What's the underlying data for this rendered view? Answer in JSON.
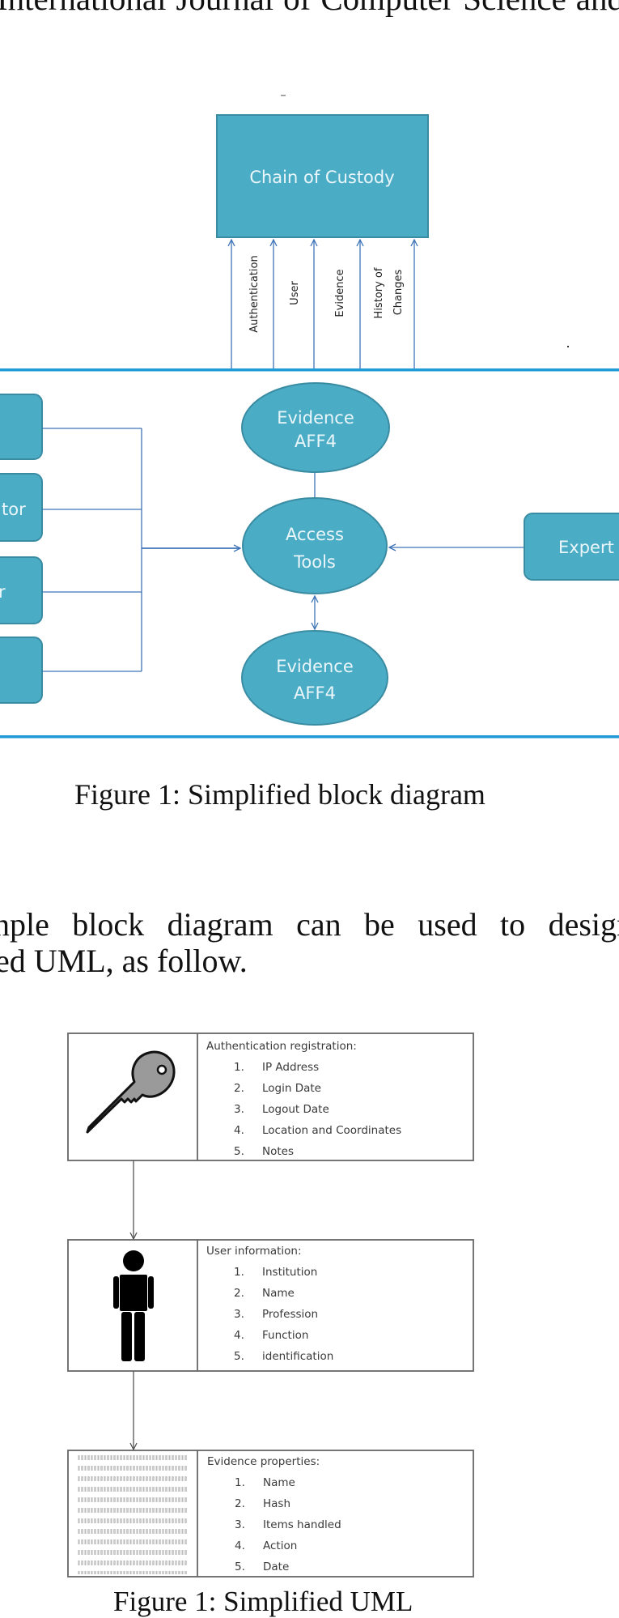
{
  "header": {
    "journal_title": "International Journal of Computer Science and"
  },
  "block_diagram": {
    "chain_of_custody": "Chain of Custody",
    "arrow_labels": [
      "Authentication",
      "User",
      "Evidence",
      "History of",
      "Changes"
    ],
    "left_box_fragments": [
      "",
      "tor",
      "r",
      ""
    ],
    "evidence_top": [
      "Evidence",
      "AFF4"
    ],
    "access_tools": [
      "Access",
      "Tools"
    ],
    "evidence_bottom": [
      "Evidence",
      "AFF4"
    ],
    "expert": "Expert",
    "caption": "Figure 1: Simplified block diagram",
    "colors": {
      "fill": "#4bacc6",
      "border": "#3a8ca3",
      "connector": "#3f74b8",
      "frame_line": "#1f9ad6"
    }
  },
  "paragraph": {
    "line1": "nple block diagram can be used to design",
    "line2": "ed UML, as follow."
  },
  "uml": {
    "caption": "Figure 1: Simplified UML",
    "boxes": [
      {
        "icon": "key-icon",
        "heading": "Authentication registration:",
        "items": [
          [
            "1.",
            "IP Address"
          ],
          [
            "2.",
            "Login Date"
          ],
          [
            "3.",
            "Logout Date"
          ],
          [
            "4.",
            "Location and Coordinates"
          ],
          [
            "5.",
            "Notes"
          ]
        ]
      },
      {
        "icon": "person-icon",
        "heading": "User information:",
        "items": [
          [
            "1.",
            "Institution"
          ],
          [
            "2.",
            "Name"
          ],
          [
            "3.",
            "Profession"
          ],
          [
            "4.",
            "Function"
          ],
          [
            "5.",
            "identification"
          ]
        ]
      },
      {
        "icon": "binary-data-icon",
        "heading": "Evidence properties:",
        "items": [
          [
            "1.",
            "Name"
          ],
          [
            "2.",
            "Hash"
          ],
          [
            "3.",
            "Items handled"
          ],
          [
            "4.",
            "Action"
          ],
          [
            "5.",
            "Date"
          ]
        ]
      }
    ]
  }
}
